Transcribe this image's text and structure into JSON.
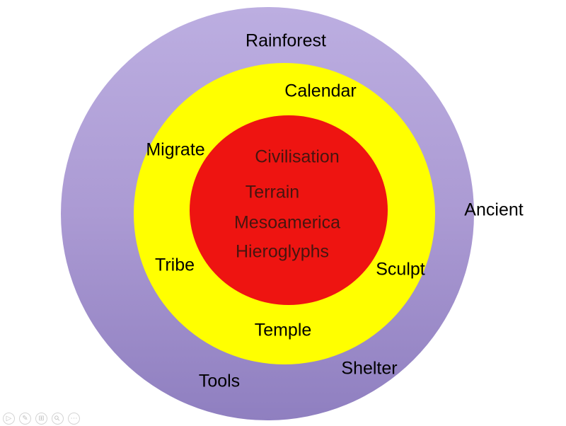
{
  "diagram": {
    "rings": {
      "outer_color_top": "#bcaee1",
      "outer_color_bottom": "#8f7fc0",
      "middle_color": "#ffff00",
      "inner_color": "#ee1411",
      "inner_text_color": "#47150f",
      "label_color": "#000000"
    },
    "labels": {
      "rainforest": "Rainforest",
      "calendar": "Calendar",
      "migrate": "Migrate",
      "civilisation": "Civilisation",
      "terrain": "Terrain",
      "mesoamerica": "Mesoamerica",
      "hieroglyphs": "Hieroglyphs",
      "tribe": "Tribe",
      "sculpt": "Sculpt",
      "ancient": "Ancient",
      "temple": "Temple",
      "shelter": "Shelter",
      "tools": "Tools"
    }
  },
  "toolbar": {
    "icons": [
      {
        "name": "play-icon",
        "glyph": "▷"
      },
      {
        "name": "pen-icon",
        "glyph": "✎"
      },
      {
        "name": "slides-grid-icon",
        "glyph": "⊞"
      },
      {
        "name": "zoom-icon",
        "glyph": "⚲"
      },
      {
        "name": "more-icon",
        "glyph": "⋯"
      }
    ]
  }
}
